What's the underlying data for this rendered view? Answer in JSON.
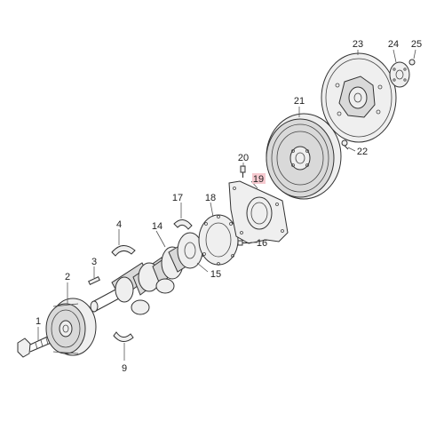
{
  "diagram": {
    "callouts": [
      {
        "id": "c1",
        "label": "1"
      },
      {
        "id": "c2",
        "label": "2"
      },
      {
        "id": "c3",
        "label": "3"
      },
      {
        "id": "c4",
        "label": "4"
      },
      {
        "id": "c9",
        "label": "9"
      },
      {
        "id": "c14",
        "label": "14"
      },
      {
        "id": "c15",
        "label": "15"
      },
      {
        "id": "c16",
        "label": "16"
      },
      {
        "id": "c17",
        "label": "17"
      },
      {
        "id": "c18",
        "label": "18"
      },
      {
        "id": "c19",
        "label": "19",
        "highlighted": true
      },
      {
        "id": "c20",
        "label": "20"
      },
      {
        "id": "c21",
        "label": "21"
      },
      {
        "id": "c22",
        "label": "22"
      },
      {
        "id": "c23",
        "label": "23"
      },
      {
        "id": "c24",
        "label": "24"
      },
      {
        "id": "c25",
        "label": "25"
      }
    ],
    "colors": {
      "line": "#333333",
      "highlight": "#f6c9cf",
      "background": "#ffffff"
    }
  }
}
